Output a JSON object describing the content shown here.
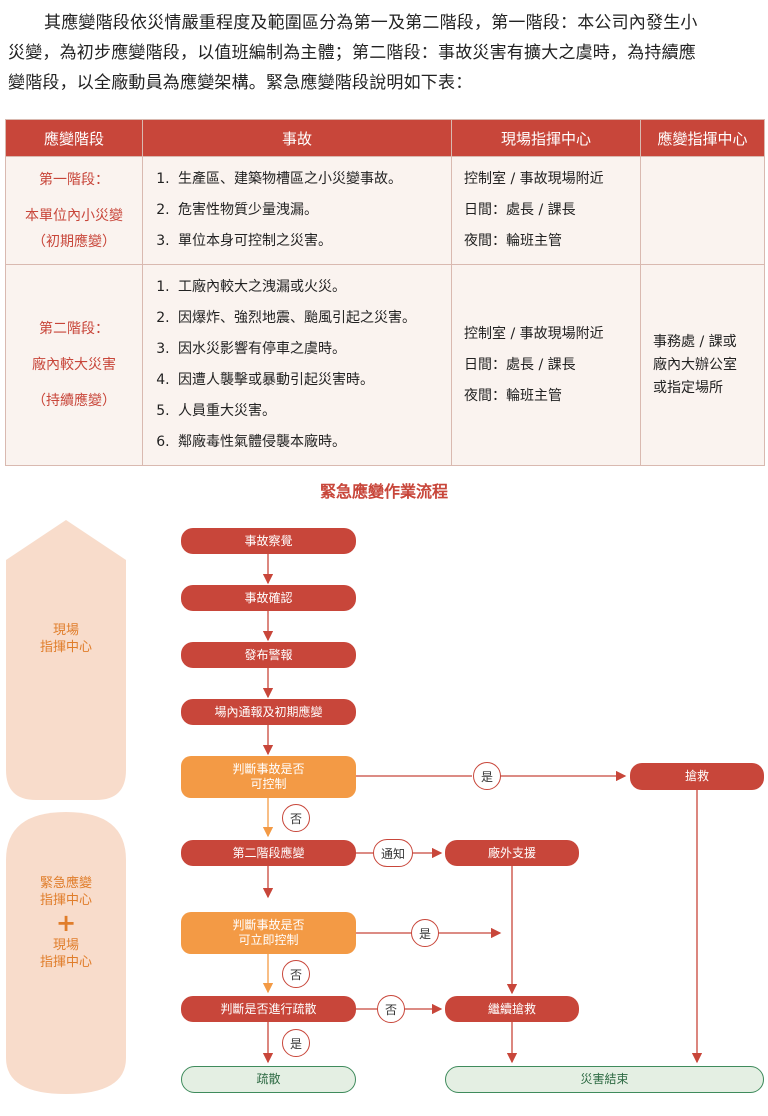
{
  "intro": {
    "line1": "其應變階段依災情嚴重程度及範圍區分為第一及第二階段，第一階段：本公司內發生小",
    "line2": "災變，為初步應變階段，以值班編制為主體；第二階段：事故災害有擴大之虞時，為持續應",
    "line3": "變階段，以全廠動員為應變架構。緊急應變階段說明如下表："
  },
  "table": {
    "headers": [
      "應變階段",
      "事故",
      "現場指揮中心",
      "應變指揮中心"
    ],
    "rows": [
      {
        "stage": [
          "第一階段：",
          "本單位內小災變",
          "（初期應變）"
        ],
        "events": [
          "生產區、建築物槽區之小災變事故。",
          "危害性物質少量洩漏。",
          "單位本身可控制之災害。"
        ],
        "site": [
          "控制室 / 事故現場附近",
          "日間：處長 / 課長",
          "夜間：輪班主管"
        ],
        "command": []
      },
      {
        "stage": [
          "第二階段：",
          "廠內較大災害",
          "（持續應變）"
        ],
        "events": [
          "工廠內較大之洩漏或火災。",
          "因爆炸、強烈地震、颱風引起之災害。",
          "因水災影響有停車之虞時。",
          "因遭人襲擊或暴動引起災害時。",
          "人員重大災害。",
          "鄰廠毒性氣體侵襲本廠時。"
        ],
        "site": [
          "控制室 / 事故現場附近",
          "日間：處長 / 課長",
          "夜間：輪班主管"
        ],
        "command": [
          "事務處 / 課或",
          "廠內大辦公室",
          "或指定場所"
        ]
      }
    ]
  },
  "flow": {
    "title": "緊急應變作業流程",
    "side1": [
      "現場",
      "指揮中心"
    ],
    "side2_top": [
      "緊急應變",
      "指揮中心"
    ],
    "side2_plus": "+",
    "side2_bottom": [
      "現場",
      "指揮中心"
    ],
    "steps": {
      "detect": "事故察覺",
      "confirm": "事故確認",
      "alarm": "發布警報",
      "notify": "場內通報及初期應變",
      "judge1": [
        "判斷事故是否",
        "可控制"
      ],
      "rescue": "搶救",
      "stage2": "第二階段應變",
      "outside": "廠外支援",
      "judge2": [
        "判斷事故是否",
        "可立即控制"
      ],
      "judge3": "判斷是否進行疏散",
      "continue": "繼續搶救",
      "evacuate": "疏散",
      "end": "災害結束"
    },
    "labels": {
      "yes": "是",
      "no": "否",
      "inform": "通知"
    }
  },
  "colors": {
    "red": "#c8463a",
    "orange": "#f39a45",
    "peach": "#f8dccb",
    "green": "#3f8b5c"
  }
}
